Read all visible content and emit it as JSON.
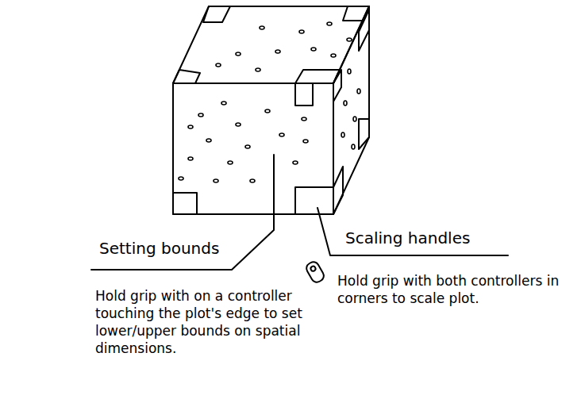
{
  "diagram": {
    "labels": [
      "Setting bounds",
      "Scaling handles",
      "Hold grip with on a controller touching the plot's edge to set lower/upper bounds on spatial dimensions.",
      "Hold grip with both controllers in corners to scale plot."
    ]
  }
}
